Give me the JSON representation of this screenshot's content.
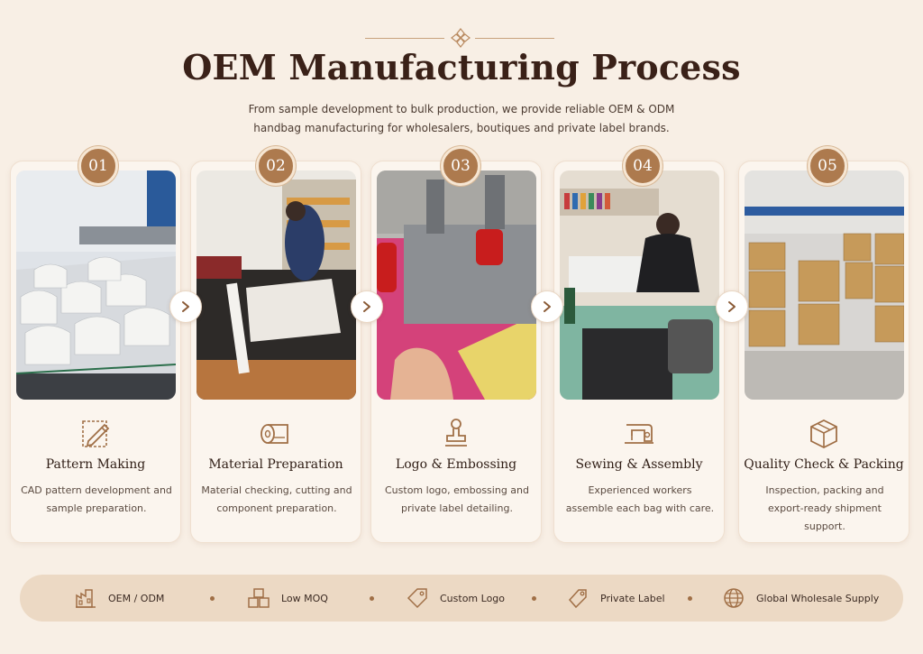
{
  "header": {
    "title": "OEM Manufacturing Process",
    "subtitle": "From sample development to bulk production, we provide reliable OEM & ODM handbag manufacturing for wholesalers, boutiques and private label brands."
  },
  "steps": [
    {
      "number": "01",
      "title": "Pattern Making",
      "desc": "CAD pattern development and sample preparation.",
      "icon": "pencil-icon"
    },
    {
      "number": "02",
      "title": "Material Preparation",
      "desc": "Material checking, cutting and component preparation.",
      "icon": "fabric-roll-icon"
    },
    {
      "number": "03",
      "title": "Logo & Embossing",
      "desc": "Custom logo, embossing and private label detailing.",
      "icon": "stamp-icon"
    },
    {
      "number": "04",
      "title": "Sewing & Assembly",
      "desc": "Experienced workers assemble each bag with care.",
      "icon": "sewing-machine-icon"
    },
    {
      "number": "05",
      "title": "Quality Check & Packing",
      "desc": "Inspection, packing and export-ready shipment support.",
      "icon": "box-icon"
    }
  ],
  "features": [
    {
      "label": "OEM / ODM",
      "icon": "factory-icon"
    },
    {
      "label": "Low MOQ",
      "icon": "boxes-icon"
    },
    {
      "label": "Custom Logo",
      "icon": "tag-icon"
    },
    {
      "label": "Private Label",
      "icon": "label-icon"
    },
    {
      "label": "Global Wholesale Supply",
      "icon": "globe-icon"
    }
  ],
  "colors": {
    "accent": "#ad7a4e",
    "background": "#f8efe5",
    "title": "#3a2118"
  }
}
